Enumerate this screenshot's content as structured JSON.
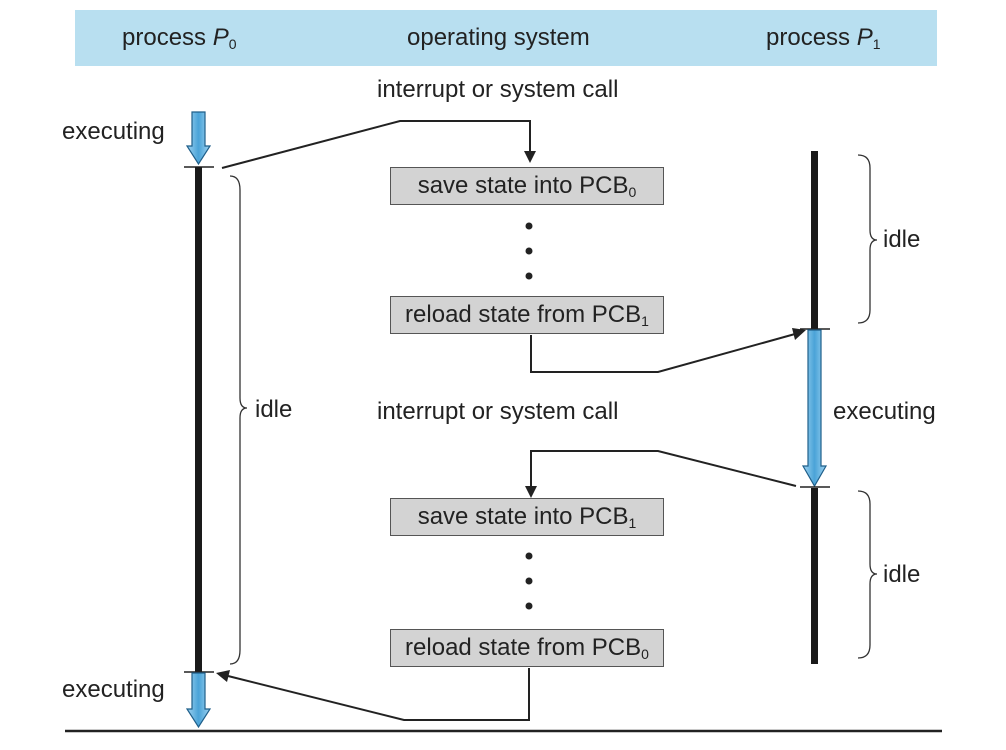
{
  "header": {
    "process0_label": "process",
    "process0_name": "P",
    "process0_sub": "0",
    "os_label": "operating system",
    "process1_label": "process",
    "process1_name": "P",
    "process1_sub": "1",
    "band_color": "#b8dff0"
  },
  "labels": {
    "executing_top": "executing",
    "executing_bottom": "executing",
    "executing_p1": "executing",
    "idle_p0": "idle",
    "idle_p1_top": "idle",
    "idle_p1_bottom": "idle",
    "interrupt_top": "interrupt or system call",
    "interrupt_middle": "interrupt or system call"
  },
  "os_steps": [
    {
      "text": "save state into PCB",
      "sub": "0"
    },
    {
      "text": "reload state from PCB",
      "sub": "1"
    },
    {
      "text": "save state into PCB",
      "sub": "1"
    },
    {
      "text": "reload state from PCB",
      "sub": "0"
    }
  ],
  "colors": {
    "box_fill": "#d3d3d3",
    "executing_arrow": "#4aa3d8",
    "line": "#222222"
  }
}
